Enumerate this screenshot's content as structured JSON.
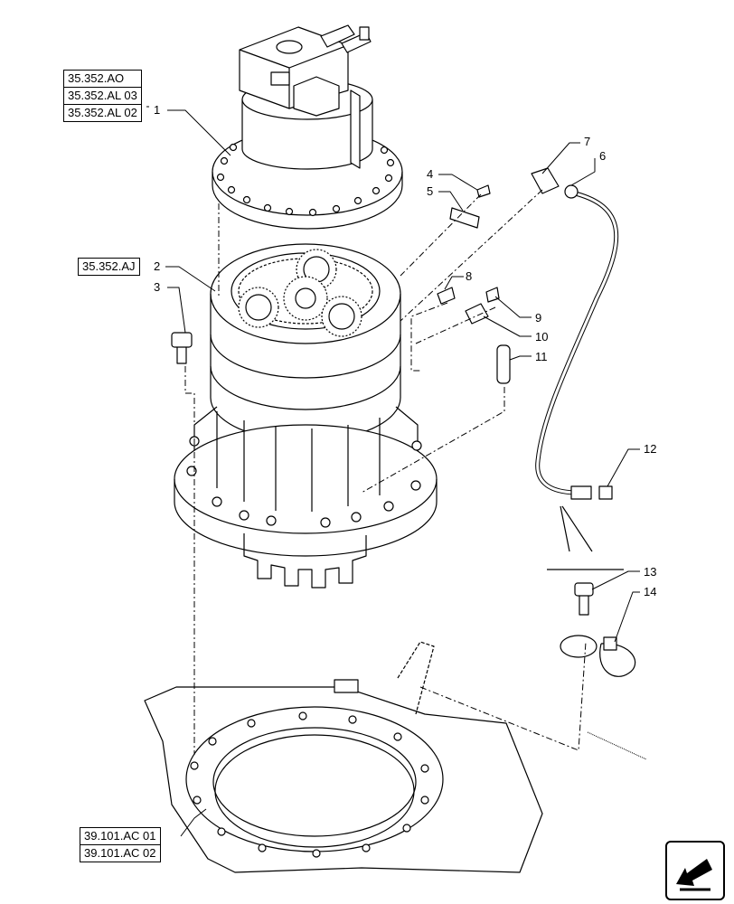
{
  "reference_boxes": {
    "motor": [
      "35.352.AO",
      "35.352.AL 03",
      "35.352.AL 02"
    ],
    "reducer": "35.352.AJ",
    "frame": [
      "39.101.AC 01",
      "39.101.AC 02"
    ]
  },
  "callouts": [
    "1",
    "2",
    "3",
    "4",
    "5",
    "6",
    "7",
    "8",
    "9",
    "10",
    "11",
    "12",
    "13",
    "14"
  ],
  "icons": {
    "nav": "arrow-icon"
  }
}
